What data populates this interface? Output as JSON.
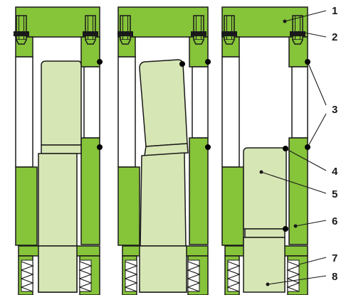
{
  "colors": {
    "frame_green": "#86c43a",
    "part_fill": "#d7e6b5",
    "outline": "#1a1a1a",
    "dot": "#000000",
    "spring_fill": "#ffffff"
  },
  "labels": [
    "1",
    "2",
    "3",
    "4",
    "5",
    "6",
    "7",
    "8"
  ]
}
